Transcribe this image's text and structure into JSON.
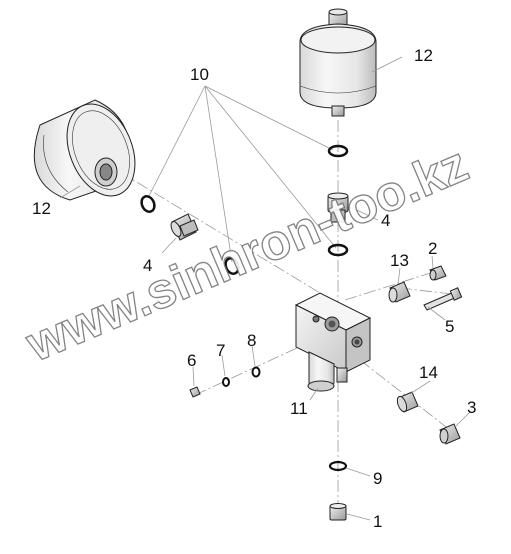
{
  "diagram": {
    "watermark": "www.sinhron-too.kz",
    "callouts": {
      "c1": "1",
      "c2": "2",
      "c3": "3",
      "c4a": "4",
      "c4b": "4",
      "c5": "5",
      "c6": "6",
      "c7": "7",
      "c8": "8",
      "c9": "9",
      "c10": "10",
      "c11": "11",
      "c12a": "12",
      "c12b": "12",
      "c13": "13",
      "c14": "14"
    },
    "parts": [
      "accumulator-left",
      "accumulator-top",
      "valve-block",
      "solenoid-cartridge",
      "fitting-elbow-left",
      "fitting-elbow-top",
      "plug-bottom",
      "plug-right",
      "fitting-13",
      "fitting-14",
      "bolt",
      "o-rings"
    ]
  }
}
